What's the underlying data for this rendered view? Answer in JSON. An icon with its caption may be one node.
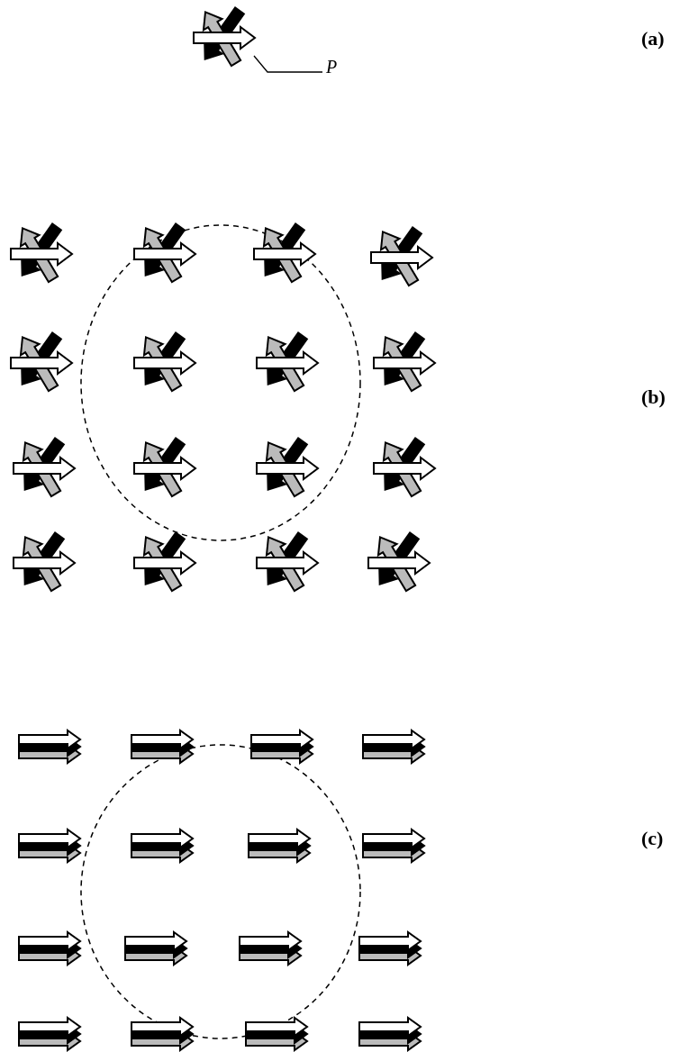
{
  "diagram": {
    "nodes": [
      {
        "text": [],
        "shape": "arrow"
      },
      {
        "text": [
          "P"
        ]
      }
    ],
    "edges": [
      {
        "from": 1,
        "to": 0,
        "arrow": "none"
      }
    ],
    "labels": [
      "(a)",
      "(b)",
      "(c)"
    ]
  }
}
